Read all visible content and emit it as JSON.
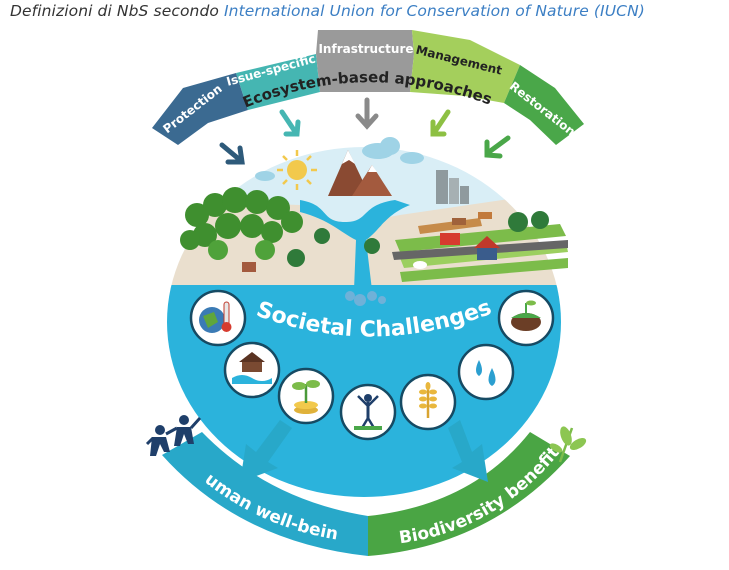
{
  "caption": {
    "prefix": "Definizioni di NbS secondo ",
    "link": "International Union for Conservation of Nature (IUCN)"
  },
  "diagram": {
    "approaches": [
      {
        "label": "Protection",
        "color": "#3b6a91"
      },
      {
        "label": "Issue-specific",
        "color": "#45b6b2"
      },
      {
        "label": "Infrastructure",
        "color": "#9a9a9a"
      },
      {
        "label": "Management",
        "color": "#a4cf5c"
      },
      {
        "label": "Restoration",
        "color": "#4aa749"
      }
    ],
    "center_arc_label": "Ecosystem-based approaches",
    "challenges_label": "Societal Challenges",
    "outcomes": [
      {
        "label": "Human well-being",
        "color": "#28a8c9"
      },
      {
        "label": "Biodiversity benefits",
        "color": "#4aa544"
      }
    ],
    "colors": {
      "water": "#2bb3dc",
      "sky": "#d9eef6",
      "land": "#eadfce",
      "forest": "#3f8f2f"
    },
    "icons": [
      "thermometer-globe-icon",
      "flood-house-icon",
      "plant-coins-icon",
      "person-icon",
      "wheat-icon",
      "water-drops-icon",
      "soil-plant-icon",
      "people-icon",
      "leaf-icon"
    ]
  }
}
